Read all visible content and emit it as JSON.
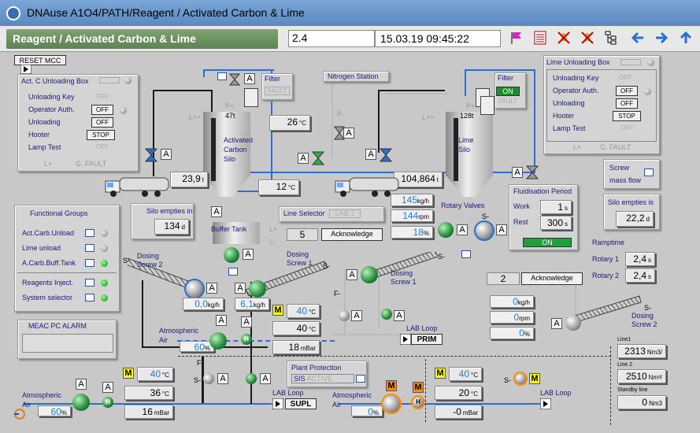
{
  "window": {
    "title": "DNAuse A1O4/PATH/Reagent / Activated Carbon & Lime"
  },
  "header": {
    "title": "Reagent / Activated Carbon & Lime",
    "field_value": "2.4",
    "datetime": "15.03.19 09:45:22"
  },
  "toolbar": {
    "icons": [
      "flag-icon",
      "list-icon",
      "alarm-mute-icon",
      "alarm-ack-icon",
      "tree-icon",
      "arrow-left-icon",
      "arrow-right-icon",
      "arrow-up-icon"
    ]
  },
  "reset": {
    "label": "RESET MCC"
  },
  "acc_unload": {
    "title": "Act. C Unloading Box",
    "rows": [
      {
        "label": "Unloading Key",
        "value": "OFF",
        "active": false
      },
      {
        "label": "Operator Auth.",
        "value": "OFF",
        "active": true
      },
      {
        "label": "Unloading",
        "value": "OFF",
        "active": true
      },
      {
        "label": "Hooter",
        "value": "STOP",
        "active": true
      },
      {
        "label": "Lamp Test",
        "value": "OFF",
        "active": false
      }
    ],
    "l_plus": "L+",
    "g_fault": "G. FAULT"
  },
  "lime_unload": {
    "title": "Lime Unloading Box",
    "rows": [
      {
        "label": "Unloading Key",
        "value": "OFF",
        "active": false
      },
      {
        "label": "Operator Auth.",
        "value": "OFF",
        "active": true
      },
      {
        "label": "Unloading",
        "value": "OFF",
        "active": true
      },
      {
        "label": "Hooter",
        "value": "STOP",
        "active": true
      },
      {
        "label": "Lamp Test",
        "value": "OFF",
        "active": false
      }
    ],
    "l_plus": "L+",
    "g_fault": "G. FAULT"
  },
  "filter_left": {
    "title": "Filter",
    "status": "FAULT"
  },
  "filter_right": {
    "title": "Filter",
    "status_on": "ON",
    "status_fault": "FAULT"
  },
  "nitrogen": {
    "label": "Nitrogen Station"
  },
  "ac_silo": {
    "label": "Activated Carbon Silo",
    "capacity": "47t",
    "p_plus": "P+",
    "l_plus": "L++",
    "temp": "26",
    "temp_unit": "°C",
    "temp2": "12",
    "weight": "23,9",
    "weight_unit": "t"
  },
  "lime_silo": {
    "label": "Lime Silo",
    "capacity": "128t",
    "p_plus": "P+",
    "l_plus": "L++",
    "weight": "104,864",
    "weight_unit": "t",
    "p_minus": "P-"
  },
  "silo_empties_left": {
    "label": "Silo empties in",
    "value": "134",
    "unit": "d"
  },
  "silo_empties_right": {
    "label": "Silo empties is",
    "value": "22,2",
    "unit": "d"
  },
  "buffer_tank": {
    "label": "Buffer Tank",
    "l_plus": "L+",
    "l_minus": "L-"
  },
  "line_selector": {
    "label": "Line Selector",
    "line": "LINE 1",
    "value": "5",
    "ack": "Acknowledge"
  },
  "rotary": {
    "flow": "145",
    "flow_unit": "kg/h",
    "rpm": "144",
    "rpm_unit": "rpm",
    "pct": "18",
    "pct_unit": "%",
    "label": "Rotary Valves"
  },
  "fluid": {
    "title": "Fluidisation Period",
    "work_label": "Work",
    "work": "1",
    "work_unit": "s",
    "rest_label": "Rest",
    "rest": "300",
    "rest_unit": "s",
    "on": "ON"
  },
  "screw_mass": {
    "line1": "Screw",
    "line2": "mass flow"
  },
  "ramptime": {
    "title": "Ramptime",
    "r1_label": "Rotary 1",
    "r1": "2,4",
    "r2_label": "Rotary 2",
    "r2": "2,4",
    "unit": "s"
  },
  "ack2": {
    "value": "2",
    "label": "Acknowledge"
  },
  "func_groups": {
    "title": "Functional Groups",
    "items": [
      {
        "label": "Act.Carb.Unload",
        "on": false
      },
      {
        "label": "Lime unload",
        "on": false
      },
      {
        "label": "A.Carb.Buff.Tank",
        "on": true
      }
    ],
    "items2": [
      {
        "label": "Reagents Inject.",
        "on": true
      },
      {
        "label": "System selector",
        "on": true
      }
    ]
  },
  "dosing": {
    "ds2": "Dosing Screw 2",
    "ds1": "Dosing Screw 1",
    "ds1b": "Dosing Screw 1",
    "ds2b": "Dosing Screw 2",
    "s_minus": "S-",
    "v1": "0,0",
    "v2": "6,1",
    "unit": "kg/h"
  },
  "lime_flow": {
    "kgh": "0",
    "kgh_unit": "kg/h",
    "rpm": "0",
    "rpm_unit": "rpm",
    "pct": "0",
    "pct_unit": "%"
  },
  "meac": {
    "label": "MEAC PC ALARM"
  },
  "air_mid": {
    "label": "Atmospheric Air",
    "pct": "60",
    "unit": "%",
    "t1": "40",
    "t2": "40",
    "t_unit": "°C",
    "p": "18",
    "p_unit": "mBar",
    "f_minus": "F-"
  },
  "prim": {
    "label": "LAB Loop",
    "btn": "PRIM"
  },
  "air_left": {
    "label": "Atmospheric Air",
    "pct": "60",
    "unit": "%",
    "t1": "40",
    "t2": "36",
    "t_unit": "°C",
    "p": "16",
    "p_unit": "mBar",
    "f_minus": "F-",
    "s_minus": "S-"
  },
  "supl": {
    "label": "LAB Loop",
    "btn": "SUPL"
  },
  "plant_prot": {
    "title": "Plant Protection",
    "sis": "SIS",
    "active": "ACTIVE"
  },
  "air_right": {
    "label": "Atmospheric Air",
    "pct": "0",
    "unit": "%",
    "t1": "40",
    "t2": "20",
    "t_unit": "°C",
    "p": "-0",
    "p_unit": "mBar",
    "s_minus": "S-"
  },
  "lab_right": {
    "label": "LAB Loop"
  },
  "lines": [
    {
      "label": "Line1",
      "value": "2313",
      "unit": "Nm3/"
    },
    {
      "label": "Line 2",
      "value": "2510",
      "unit": "Nm³/"
    },
    {
      "label": "Standby line",
      "value": "0",
      "unit": "Nm3"
    }
  ],
  "amark": "A",
  "mmark": "M",
  "hmark": "H"
}
